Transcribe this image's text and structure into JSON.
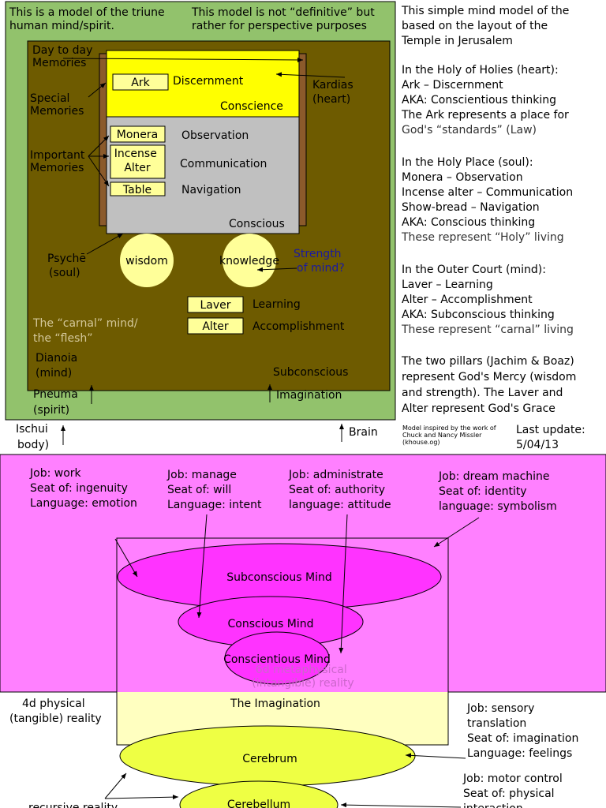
{
  "top": {
    "header_left": [
      "This is a model of the triune",
      "human mind/spirit."
    ],
    "header_right": [
      "This model is not “definitive” but",
      "rather for perspective purposes"
    ],
    "day_to_day": [
      "Day to day",
      "Memories"
    ],
    "special": [
      "Special",
      "Memories"
    ],
    "important": [
      "Important",
      "Memories"
    ],
    "ark": "Ark",
    "discernment": "Discernment",
    "conscience": "Conscience",
    "kardias": [
      "Kardias",
      "(heart)"
    ],
    "monera": "Monera",
    "observation": "Observation",
    "incense": [
      "Incense",
      "Alter"
    ],
    "communication": "Communication",
    "table": "Table",
    "navigation": "Navigation",
    "conscious": "Conscious",
    "psyche": [
      "Psychē",
      "(soul)"
    ],
    "wisdom": "wisdom",
    "knowledge": "knowledge",
    "strength": [
      "Strength",
      "of mind?"
    ],
    "laver": "Laver",
    "learning": "Learning",
    "alter": "Alter",
    "accomplishment": "Accomplishment",
    "carnal": [
      "The “carnal” mind/",
      "the “flesh”"
    ],
    "dianoia": [
      "Dianoia",
      "(mind)"
    ],
    "subconscious": "Subconscious",
    "pneuma": [
      "Pneuma",
      "(spirit)"
    ],
    "imagination": "Imagination",
    "ischui": [
      "Ischui",
      "body)"
    ],
    "brain": "Brain",
    "credit": [
      "Model inspired by the work of",
      "Chuck and Nancy Missler",
      "(khouse.og)"
    ],
    "last_update": [
      "Last update:",
      "5/04/13"
    ]
  },
  "right_text": [
    [
      "This simple mind model of the",
      "based on the layout of the",
      "Temple in Jerusalem"
    ],
    [
      "In the Holy of Holies (heart):",
      "Ark – Discernment",
      "AKA: Conscientious thinking",
      "The Ark represents a place for",
      "God's “standards” (Law)"
    ],
    [
      "In the Holy Place (soul):",
      "Monera – Observation",
      "Incense alter – Communication",
      "Show-bread – Navigation",
      "AKA: Conscious thinking",
      "These represent “Holy” living"
    ],
    [
      "In the Outer Court (mind):",
      "Laver – Learning",
      "Alter – Accomplishment",
      "AKA: Subconscious thinking",
      "These represent “carnal” living"
    ],
    [
      "The two pillars (Jachim & Boaz)",
      "represent God's Mercy (wisdom",
      "and strength). The Laver and",
      "Alter represent God's Grace"
    ]
  ],
  "bottom": {
    "jobs": [
      [
        "Job: work",
        "Seat of: ingenuity",
        "Language: emotion"
      ],
      [
        "Job: manage",
        "Seat of: will",
        "Language: intent"
      ],
      [
        "Job: administrate",
        "Seat of: authority",
        "language: attitude"
      ],
      [
        "Job: dream machine",
        "Seat of: identity",
        "language: symbolism"
      ],
      [
        "Job: sensory",
        "translation",
        "Seat of: imagination",
        "Language: feelings"
      ],
      [
        "Job: motor control",
        "Seat of: physical",
        "interaction"
      ]
    ],
    "subconscious_mind": "Subconscious Mind",
    "conscious_mind": "Conscious Mind",
    "conscientious_mind": "Conscientious Mind",
    "metaphysical": [
      "6d metaphysical",
      "(intangible) reality"
    ],
    "physical": [
      "4d physical",
      "(tangible) reality"
    ],
    "the_imagination": "The Imagination",
    "cerebrum": "Cerebrum",
    "cerebellum": "Cerebellum",
    "recursive": "recursive reality"
  },
  "colors": {
    "green": "#92c26c",
    "olive": "#6e5b00",
    "yellow": "#ffff00",
    "gray": "#c0c0c0",
    "pillar": "#8b5a2b",
    "circle": "#ffff99",
    "magenta_bg": "#ff80ff",
    "magenta_ellipse": "#ff33ff",
    "imagination_box": "#ffffc0",
    "cerebrum": "#eeff44",
    "blue_text": "#1a1aa0"
  }
}
